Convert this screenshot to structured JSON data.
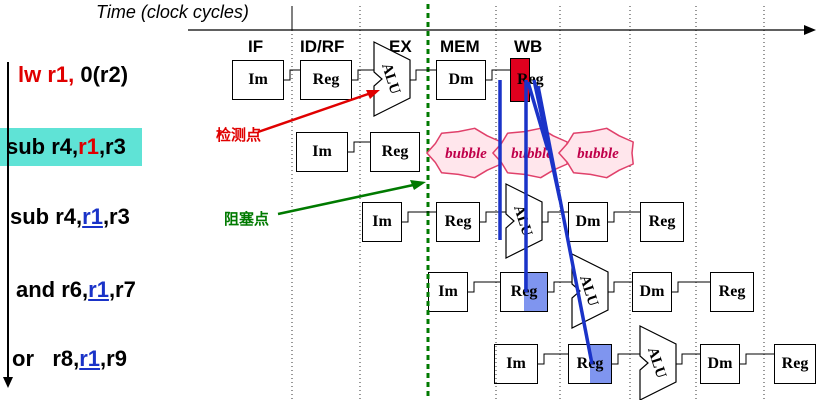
{
  "title": "Time (clock cycles)",
  "stages": [
    "IF",
    "ID/RF",
    "EX",
    "MEM",
    "WB"
  ],
  "instructions": [
    {
      "parts": [
        {
          "text": "lw r1, ",
          "style": "red"
        },
        {
          "text": "0(r2)",
          "style": "normal"
        }
      ],
      "highlight": false
    },
    {
      "parts": [
        {
          "text": "sub r4,",
          "style": "normal"
        },
        {
          "text": "r1",
          "style": "red"
        },
        {
          "text": ",r3",
          "style": "normal"
        }
      ],
      "highlight": true
    },
    {
      "parts": [
        {
          "text": "sub r4,",
          "style": "normal"
        },
        {
          "text": "r1",
          "style": "fwd"
        },
        {
          "text": ",r3",
          "style": "normal"
        }
      ],
      "highlight": false
    },
    {
      "parts": [
        {
          "text": "and r6,",
          "style": "normal"
        },
        {
          "text": "r1",
          "style": "fwd"
        },
        {
          "text": ",r7",
          "style": "normal"
        }
      ],
      "highlight": false
    },
    {
      "parts": [
        {
          "text": "or   r8,",
          "style": "normal"
        },
        {
          "text": "r1",
          "style": "fwd"
        },
        {
          "text": ",r9",
          "style": "normal"
        }
      ],
      "highlight": false
    }
  ],
  "labels": {
    "detect": "检测点",
    "stall": "阻塞点"
  },
  "units": {
    "im": "Im",
    "reg": "Reg",
    "alu": "ALU",
    "dm": "Dm"
  },
  "bubble": "bubble",
  "colors": {
    "red": "#e00000",
    "blue": "#1a33c8",
    "green": "#007a00",
    "highlight": "#5fe3d6",
    "bubble_fill": "#ffe6ec",
    "bubble_edge": "#e0406a"
  }
}
